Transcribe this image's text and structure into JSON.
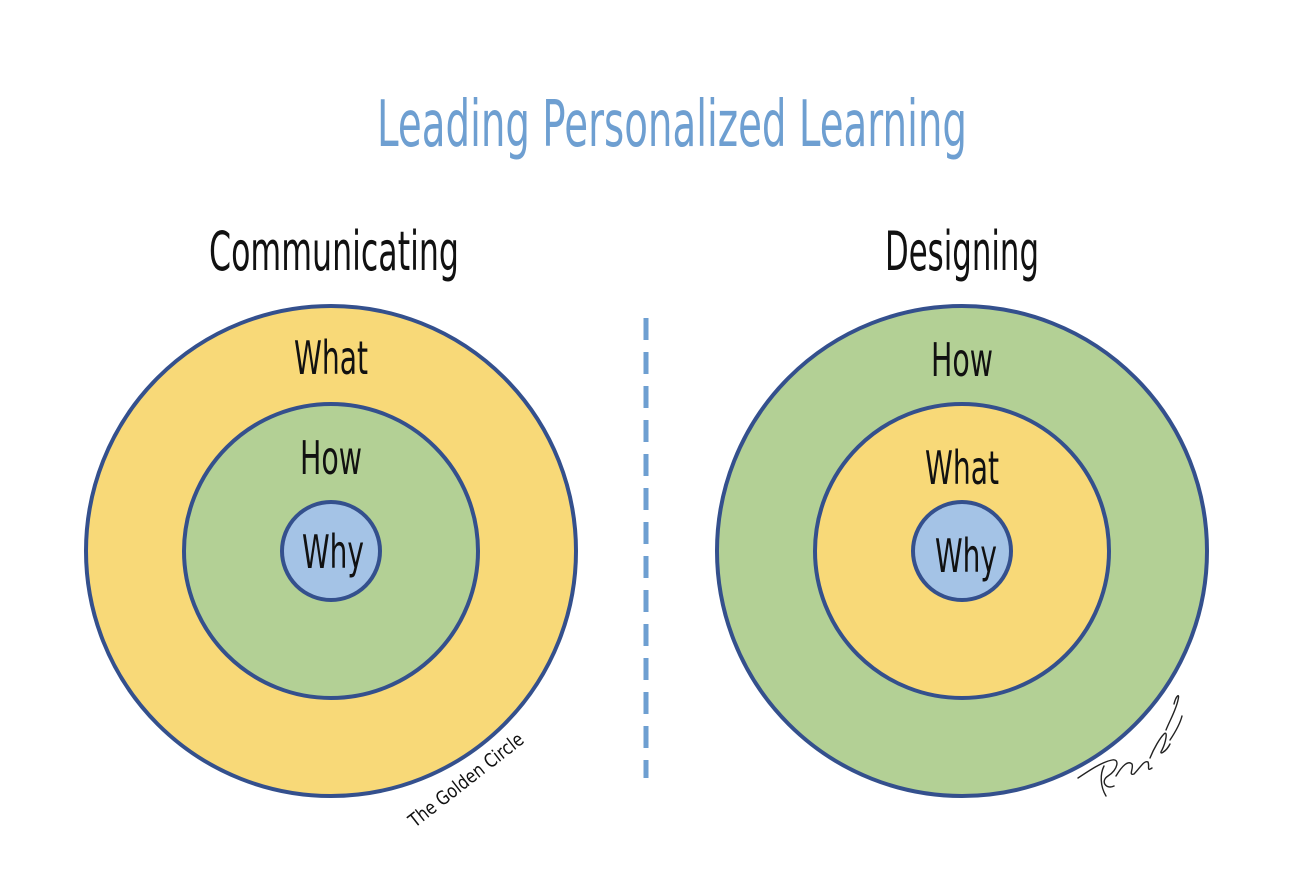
{
  "title": "Leading Personalized Learning",
  "colors": {
    "title": "#6e9fd1",
    "outline": "#34508d",
    "yellow": "#f8d978",
    "green": "#b3d095",
    "blue": "#a4c3e6",
    "divider": "#6e9fd1",
    "text": "#111111"
  },
  "left": {
    "heading": "Communicating",
    "rings": [
      {
        "label": "What",
        "fill": "#f8d978"
      },
      {
        "label": "How",
        "fill": "#b3d095"
      },
      {
        "label": "Why",
        "fill": "#a4c3e6"
      }
    ],
    "caption": "The Golden Circle"
  },
  "right": {
    "heading": "Designing",
    "rings": [
      {
        "label": "How",
        "fill": "#b3d095"
      },
      {
        "label": "What",
        "fill": "#f8d978"
      },
      {
        "label": "Why",
        "fill": "#a4c3e6"
      }
    ]
  },
  "signature_icon": "handwritten-signature-icon"
}
